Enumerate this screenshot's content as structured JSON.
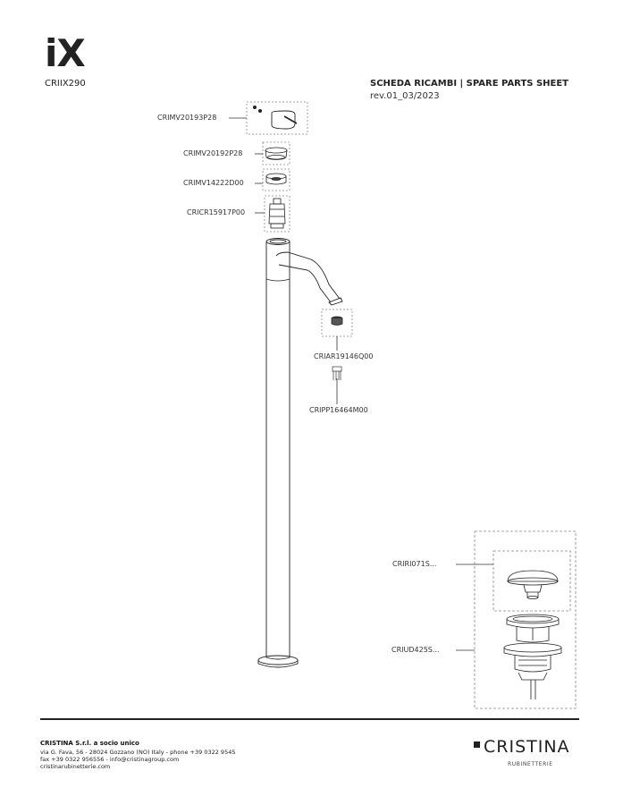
{
  "header": {
    "logo": "iX",
    "product_code": "CRIIX290",
    "sheet_title": "SCHEDA RICAMBI | SPARE PARTS SHEET",
    "revision": "rev.01_03/2023"
  },
  "parts": [
    {
      "code": "CRIMV20193P28"
    },
    {
      "code": "CRIMV20192P28"
    },
    {
      "code": "CRIMV14222D00"
    },
    {
      "code": "CRICR15917P00"
    },
    {
      "code": "CRIAR19146Q00"
    },
    {
      "code": "CRIPP16464M00"
    },
    {
      "code": "CRIRI071S..."
    },
    {
      "code": "CRIUD425S..."
    }
  ],
  "footer": {
    "company": "CRISTINA S.r.l. a socio unico",
    "address": "via G. Fava, 56 - 28024 Gozzano (NO) Italy - phone +39 0322 9545",
    "fax": "fax +39 0322 956556 - info@cristinagroup.com",
    "website": "cristinarubinetterie.com",
    "brand": "CRISTINA",
    "brand_sub": "RUBINETTERIE"
  }
}
